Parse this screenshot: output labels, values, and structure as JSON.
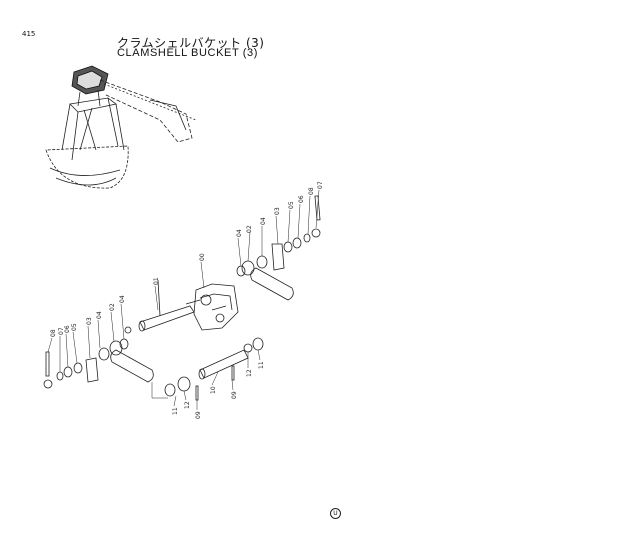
{
  "header": {
    "page_number": "415",
    "title_ja": "クラムシェルバケット (3)",
    "title_en": "CLAMSHELL BUCKET (3)"
  },
  "part_labels": [
    {
      "id": "00",
      "text": "00"
    },
    {
      "id": "01",
      "text": "01"
    },
    {
      "id": "02a",
      "text": "02"
    },
    {
      "id": "02b",
      "text": "02"
    },
    {
      "id": "03a",
      "text": "03"
    },
    {
      "id": "03b",
      "text": "03"
    },
    {
      "id": "04a",
      "text": "04"
    },
    {
      "id": "04b",
      "text": "04"
    },
    {
      "id": "04c",
      "text": "04"
    },
    {
      "id": "04d",
      "text": "04"
    },
    {
      "id": "05a",
      "text": "05"
    },
    {
      "id": "05b",
      "text": "05"
    },
    {
      "id": "06a",
      "text": "06"
    },
    {
      "id": "06b",
      "text": "06"
    },
    {
      "id": "07a",
      "text": "07"
    },
    {
      "id": "07b",
      "text": "07"
    },
    {
      "id": "08a",
      "text": "08"
    },
    {
      "id": "08b",
      "text": "08"
    },
    {
      "id": "09a",
      "text": "09"
    },
    {
      "id": "09b",
      "text": "09"
    },
    {
      "id": "10",
      "text": "10"
    },
    {
      "id": "11a",
      "text": "11"
    },
    {
      "id": "11b",
      "text": "11"
    },
    {
      "id": "12a",
      "text": "12"
    },
    {
      "id": "12b",
      "text": "12"
    }
  ],
  "footer": {
    "mark": "U"
  }
}
